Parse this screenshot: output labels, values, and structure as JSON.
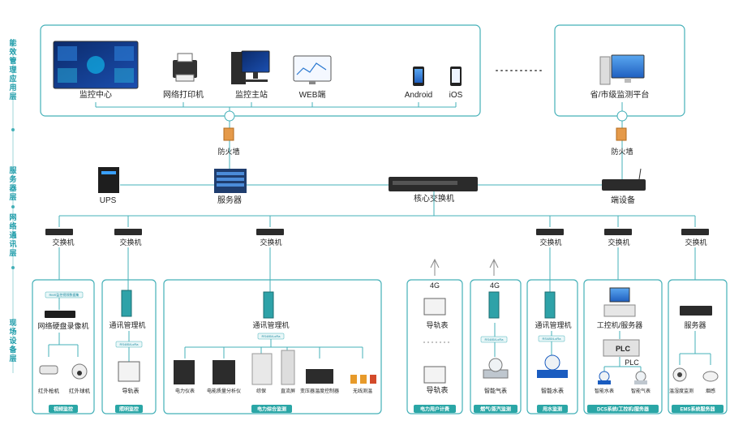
{
  "layers": [
    "能效管理应用层",
    "服务器层",
    "网络通讯层",
    "现场设备层"
  ],
  "app_layer": {
    "monitor_center": "监控中心",
    "network_printer": "网络打印机",
    "monitor_host": "监控主站",
    "web": "WEB端",
    "android": "Android",
    "ios": "iOS",
    "province_platform": "省/市级监测平台"
  },
  "firewall": "防火墙",
  "server_layer": {
    "ups": "UPS",
    "server": "服务器",
    "core_switch": "核心交换机",
    "edge_device": "端设备"
  },
  "switch_label": "交换机",
  "groups": {
    "video": {
      "footer": "视频监控",
      "tag": "RMS监控视频数据集",
      "nvr": "网络硬盘录像机",
      "bullet_cam": "红外枪机",
      "dome_cam": "红外球机"
    },
    "lighting": {
      "footer": "照明监控",
      "gateway": "通讯管理机",
      "tag": "RS485/LoRa",
      "meter": "导轨表"
    },
    "power": {
      "footer": "电力综合监测",
      "gateway": "通讯管理机",
      "tag": "RS485/LoRa",
      "devices": [
        "电力仪表",
        "电能质量分析仪",
        "综保",
        "直流屏",
        "变压器温度控制器",
        "无线测温"
      ]
    },
    "user_meter": {
      "footer": "电力用户计费",
      "net": "4G",
      "meter_top": "导轨表",
      "meter_bottom": "导轨表"
    },
    "gas": {
      "footer": "燃气/蒸汽监测",
      "net": "4G",
      "tag": "RS485/LoRa",
      "meter": "智能气表"
    },
    "water": {
      "footer": "用水监测",
      "gateway": "通讯管理机",
      "tag": "RS485/LoRa",
      "meter": "智能水表"
    },
    "dcs": {
      "footer": "DCS系统/工控机/服务器",
      "ipc": "工控机/服务器",
      "plc_badge": "PLC",
      "plc": "PLC",
      "water_meter": "智能水表",
      "gas_meter": "智能气表"
    },
    "ems": {
      "footer": "EMS系统服务器",
      "server": "服务器",
      "temp": "温湿度监测",
      "smoke": "烟感"
    }
  },
  "colors": {
    "line": "#44b0b8",
    "accent": "#1a9aa8",
    "footer_bg": "#2aa6a6"
  }
}
